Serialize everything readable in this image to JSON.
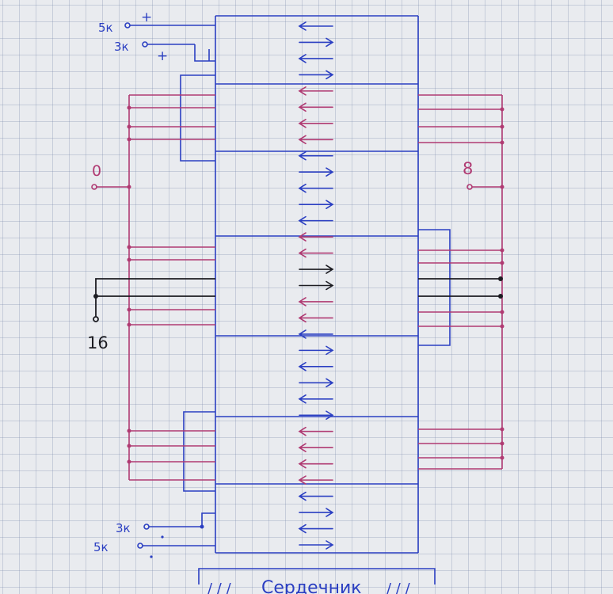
{
  "labels": {
    "top_5k": "5к",
    "top_3k": "3к",
    "plus_a": "+",
    "plus_b": "+",
    "zero": "0",
    "eight": "8",
    "sixteen": "16",
    "bottom_3k": "3к",
    "bottom_5k": "5к",
    "core": "Сердечник",
    "hatch_left": "/ / /",
    "hatch_right": "/ / /"
  },
  "colors": {
    "blue": "#2b3fc2",
    "red": "#b03a72",
    "black": "#1c1c22"
  },
  "arrows": [
    {
      "dir": "left",
      "color": "blue"
    },
    {
      "dir": "right",
      "color": "blue"
    },
    {
      "dir": "left",
      "color": "blue"
    },
    {
      "dir": "right",
      "color": "blue"
    },
    {
      "dir": "left",
      "color": "red"
    },
    {
      "dir": "left",
      "color": "red"
    },
    {
      "dir": "left",
      "color": "red"
    },
    {
      "dir": "left",
      "color": "red"
    },
    {
      "dir": "left",
      "color": "blue"
    },
    {
      "dir": "right",
      "color": "blue"
    },
    {
      "dir": "left",
      "color": "blue"
    },
    {
      "dir": "right",
      "color": "blue"
    },
    {
      "dir": "left",
      "color": "blue"
    },
    {
      "dir": "left",
      "color": "red"
    },
    {
      "dir": "left",
      "color": "red"
    },
    {
      "dir": "right",
      "color": "black"
    },
    {
      "dir": "right",
      "color": "black"
    },
    {
      "dir": "left",
      "color": "red"
    },
    {
      "dir": "left",
      "color": "red"
    },
    {
      "dir": "left",
      "color": "blue"
    },
    {
      "dir": "right",
      "color": "blue"
    },
    {
      "dir": "left",
      "color": "blue"
    },
    {
      "dir": "right",
      "color": "blue"
    },
    {
      "dir": "left",
      "color": "blue"
    },
    {
      "dir": "right",
      "color": "blue"
    },
    {
      "dir": "left",
      "color": "red"
    },
    {
      "dir": "left",
      "color": "red"
    },
    {
      "dir": "left",
      "color": "red"
    },
    {
      "dir": "left",
      "color": "red"
    },
    {
      "dir": "left",
      "color": "blue"
    },
    {
      "dir": "right",
      "color": "blue"
    },
    {
      "dir": "left",
      "color": "blue"
    },
    {
      "dir": "right",
      "color": "blue"
    }
  ]
}
